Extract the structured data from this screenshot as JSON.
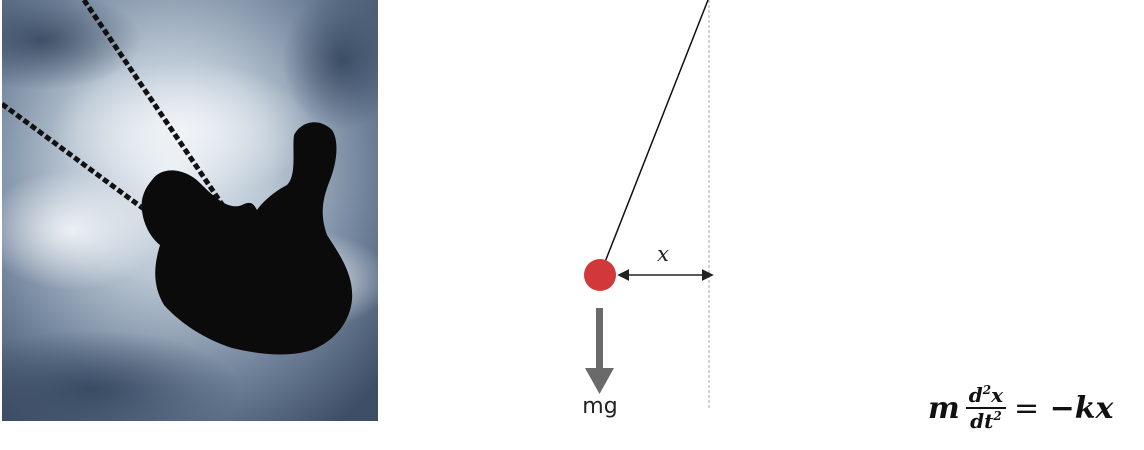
{
  "diagram": {
    "force_label": "mg",
    "displacement_label": "x",
    "colors": {
      "bob": "#d0383a",
      "force_arrow": "#6a6a6a",
      "string": "#111111",
      "equilibrium_line": "#aaaaaa"
    }
  },
  "equation": {
    "lhs_mass": "m",
    "numerator_base": "d",
    "numerator_exp": "2",
    "numerator_var": "x",
    "denominator_base": "dt",
    "denominator_exp": "2",
    "equals": "=",
    "rhs": "−kx"
  }
}
